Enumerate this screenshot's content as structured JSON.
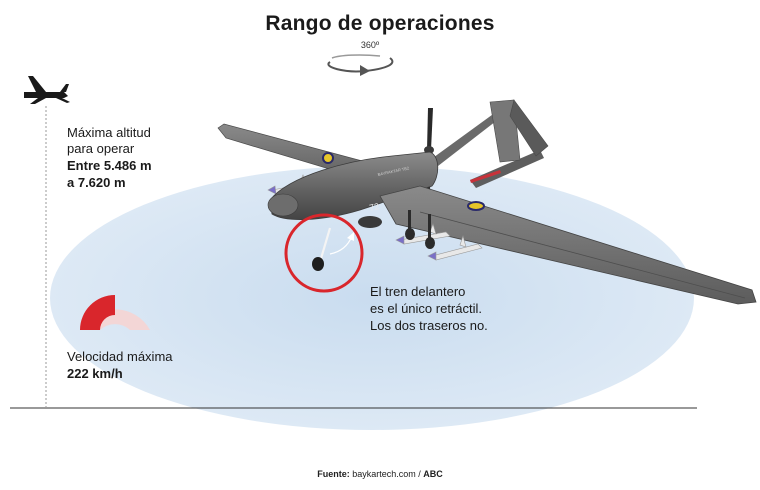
{
  "title": "Rango de operaciones",
  "rotation_label": "360º",
  "altitude": {
    "line1": "Máxima altitud",
    "line2": "para operar",
    "value_line1": "Entre 5.486 m",
    "value_line2": "a 7.620 m"
  },
  "speed": {
    "label": "Velocidad máxima",
    "value": "222 km/h",
    "gauge_fraction": 0.5
  },
  "landing_gear_note": {
    "line1": "El tren delantero",
    "line2": "es el único retráctil.",
    "line3": "Los dos traseros no."
  },
  "drone_markings": {
    "tail_number": "72",
    "fuselage_text": "BAYRAKTAR TB2"
  },
  "source": {
    "prefix": "Fuente:",
    "site": "baykartech.com",
    "separator": "/",
    "outlet": "ABC"
  },
  "colors": {
    "range_area": "#dbe8f5",
    "drone_body": "#6b6b6b",
    "highlight_circle": "#d9262c",
    "gauge_red": "#d9262c",
    "gauge_light": "#f3d6d6"
  }
}
